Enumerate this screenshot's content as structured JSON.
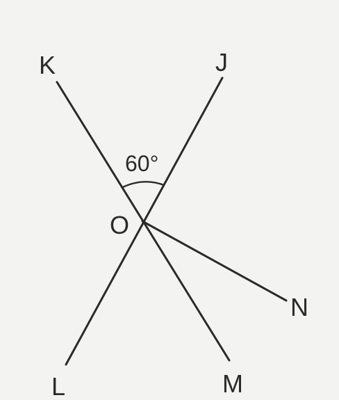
{
  "diagram": {
    "labels": {
      "k": "K",
      "j": "J",
      "o": "O",
      "n": "N",
      "l": "L",
      "m": "M"
    },
    "angle_label": "60°"
  }
}
